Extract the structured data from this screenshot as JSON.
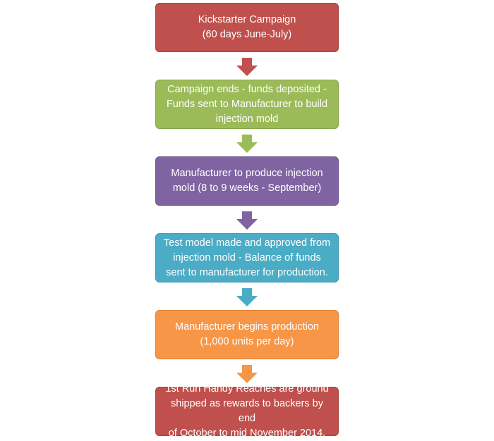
{
  "steps": [
    {
      "text": "Kickstarter Campaign\n(60 days June-July)",
      "color": "#c0504d",
      "border": "#a84542"
    },
    {
      "text": "Campaign ends - funds deposited -\nFunds sent to Manufacturer to build\ninjection mold",
      "color": "#9bbb59",
      "border": "#87a64b"
    },
    {
      "text": "Manufacturer to produce injection\nmold (8 to 9 weeks - September)",
      "color": "#8064a2",
      "border": "#6d5590"
    },
    {
      "text": "Test model made and approved from\ninjection mold - Balance of funds\nsent to manufacturer for production.",
      "color": "#4bacc6",
      "border": "#3f98b0"
    },
    {
      "text": "Manufacturer begins production\n(1,000 units per day)",
      "color": "#f79646",
      "border": "#de833b"
    },
    {
      "text": "1st Run Handy Reaches are ground\nshipped as rewards to backers by end\nof October to mid November 2014.",
      "color": "#c0504d",
      "border": "#a84542"
    }
  ],
  "arrows": [
    {
      "color": "#c0504d",
      "icon": "arrow-down-icon"
    },
    {
      "color": "#9bbb59",
      "icon": "arrow-down-icon"
    },
    {
      "color": "#8064a2",
      "icon": "arrow-down-icon"
    },
    {
      "color": "#4bacc6",
      "icon": "arrow-down-icon"
    },
    {
      "color": "#f79646",
      "icon": "arrow-down-icon"
    }
  ]
}
